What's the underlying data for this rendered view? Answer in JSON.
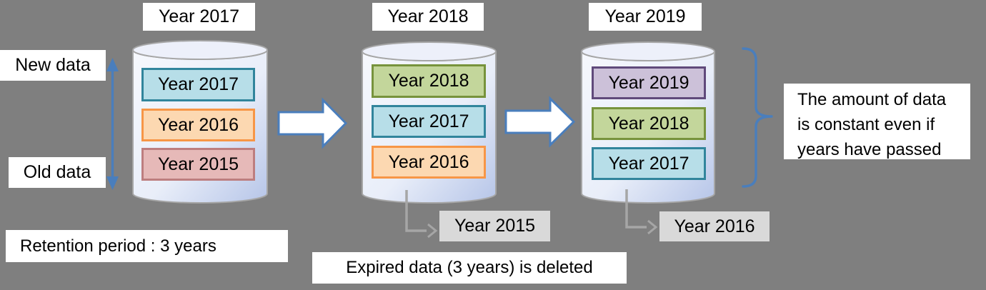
{
  "background_color": "#7f7f7f",
  "axis_labels": {
    "new_data": "New data",
    "old_data": "Old data"
  },
  "cylinders": [
    {
      "title": "Year 2017",
      "items": [
        {
          "label": "Year 2017",
          "color": "blue"
        },
        {
          "label": "Year 2016",
          "color": "orange"
        },
        {
          "label": "Year 2015",
          "color": "red"
        }
      ]
    },
    {
      "title": "Year 2018",
      "items": [
        {
          "label": "Year 2018",
          "color": "green"
        },
        {
          "label": "Year 2017",
          "color": "blue"
        },
        {
          "label": "Year 2016",
          "color": "orange"
        }
      ]
    },
    {
      "title": "Year 2019",
      "items": [
        {
          "label": "Year 2019",
          "color": "purple"
        },
        {
          "label": "Year 2018",
          "color": "green"
        },
        {
          "label": "Year 2017",
          "color": "blue"
        }
      ]
    }
  ],
  "deleted_boxes": [
    {
      "label": "Year 2015"
    },
    {
      "label": "Year 2016"
    }
  ],
  "notes": {
    "retention": "Retention period : 3 years",
    "expired": "Expired data (3 years) is deleted",
    "constant": "The amount of data\nis constant even if\nyears have passed"
  },
  "palette": {
    "blue_fill": "#b7dee8",
    "blue_border": "#31859c",
    "orange_fill": "#fcd8b1",
    "orange_border": "#f79646",
    "red_fill": "#e6b9b8",
    "red_border": "#bd7e7f",
    "green_fill": "#c3d69b",
    "green_border": "#77933c",
    "purple_fill": "#ccc1d9",
    "purple_border": "#604a7b",
    "arrow_blue": "#4a7ebc",
    "connector_gray": "#a6a6a6",
    "deleted_box_bg": "#d9d9d9",
    "note_bg": "#ffffff"
  }
}
